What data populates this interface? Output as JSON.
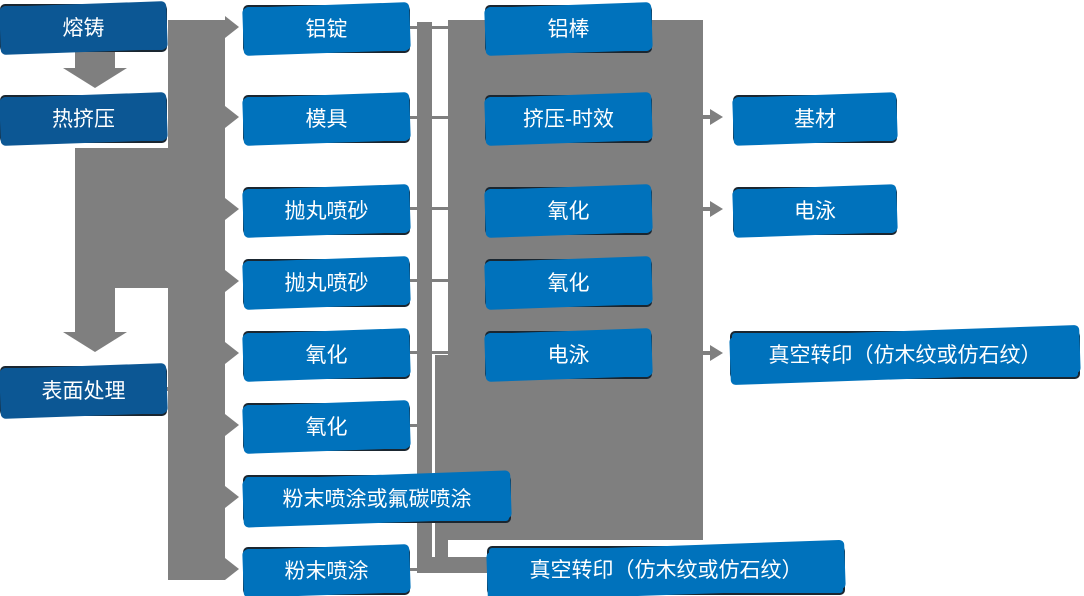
{
  "palette": {
    "blue": "#0072BC",
    "darkblue": "#0C5794",
    "gray": "#7F7F7F",
    "border": "#1A2630",
    "text": "#FFFFFF"
  },
  "stages": {
    "melting": "熔铸",
    "hot_extrusion": "热挤压",
    "surface_treatment": "表面处理"
  },
  "preprocess": [
    "铝锭",
    "模具",
    "抛丸喷砂",
    "抛丸喷砂",
    "氧化",
    "氧化",
    "粉末喷涂或氟碳喷涂",
    "粉末喷涂"
  ],
  "process": [
    "铝棒",
    "挤压-时效",
    "氧化",
    "氧化",
    "电泳"
  ],
  "outputs": [
    "基材",
    "电泳",
    "真空转印（仿木纹或仿石纹）"
  ],
  "bottom_output": "真空转印（仿木纹或仿石纹）"
}
